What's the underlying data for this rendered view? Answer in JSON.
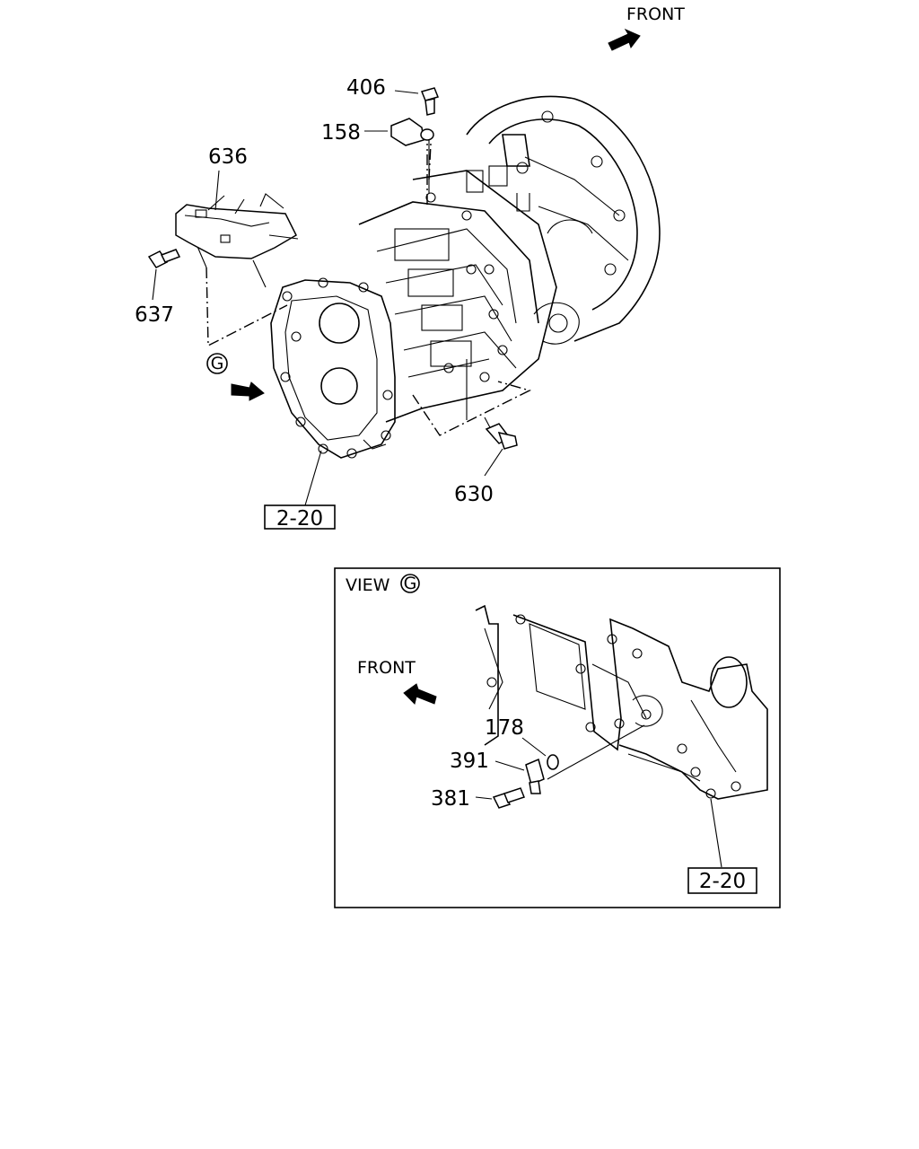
{
  "front_label": "FRONT",
  "view_title": "VIEW",
  "view_letter": "G",
  "inset_front_label": "FRONT",
  "callouts": {
    "p406": "406",
    "p158": "158",
    "p636": "636",
    "p637": "637",
    "p630": "630",
    "p178": "178",
    "p391": "391",
    "p381": "381"
  },
  "view_marker_main": "G",
  "ref_box_main": "2-20",
  "ref_box_inset": "2-20"
}
